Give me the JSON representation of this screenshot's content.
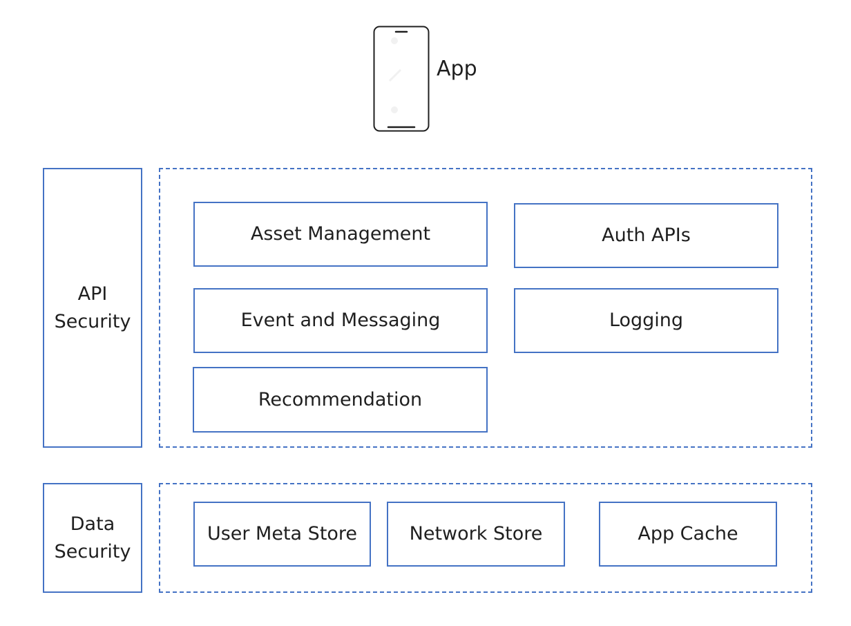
{
  "app": {
    "label": "App",
    "icon": "smartphone-icon"
  },
  "api_layer": {
    "security_line1": "API",
    "security_line2": "Security",
    "services": [
      {
        "label": "Asset Management"
      },
      {
        "label": "Auth APIs"
      },
      {
        "label": "Event and Messaging"
      },
      {
        "label": "Logging"
      },
      {
        "label": "Recommendation"
      }
    ]
  },
  "data_layer": {
    "security_line1": "Data",
    "security_line2": "Security",
    "stores": [
      {
        "label": "User Meta Store"
      },
      {
        "label": "Network Store"
      },
      {
        "label": "App Cache"
      }
    ]
  },
  "colors": {
    "border": "#4472c4",
    "text": "#1f1f1f"
  }
}
